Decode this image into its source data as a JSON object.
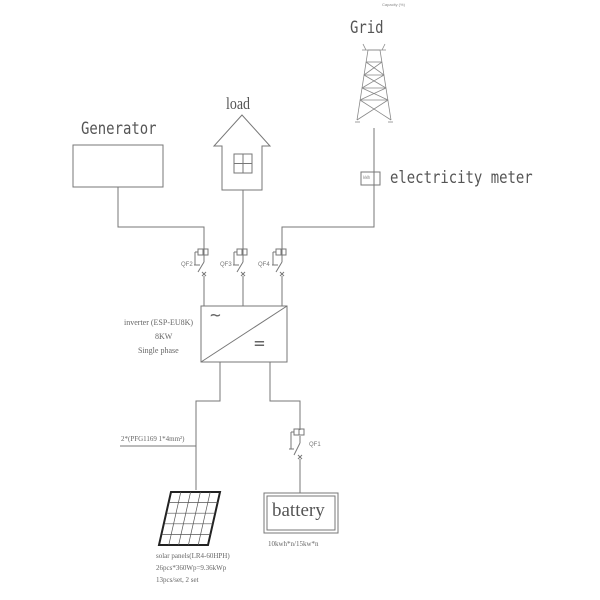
{
  "header": {
    "caption": "Capacity (%)"
  },
  "nodes": {
    "grid": {
      "label": "Grid"
    },
    "load": {
      "label": "load"
    },
    "generator": {
      "label": "Generator"
    },
    "meter": {
      "label": "electricity meter",
      "box_text": "kWh"
    },
    "inverter": {
      "line1": "inverter (ESP-EU8K)",
      "line2": "8KW",
      "line3": "Single phase",
      "ac_symbol": "~",
      "dc_symbol": "="
    },
    "cable": {
      "label": "2*(PFG1169 1*4mm²)"
    },
    "battery": {
      "label": "battery",
      "spec": "10kwh*n/15kw*n"
    },
    "solar": {
      "line1": "solar panels(LR4-60HPH)",
      "line2": "26pcs*360Wp=9.36kWp",
      "line3": "13pcs/set, 2 set"
    }
  },
  "breakers": [
    {
      "id": "QF2"
    },
    {
      "id": "QF3"
    },
    {
      "id": "QF4"
    },
    {
      "id": "QF1"
    }
  ]
}
